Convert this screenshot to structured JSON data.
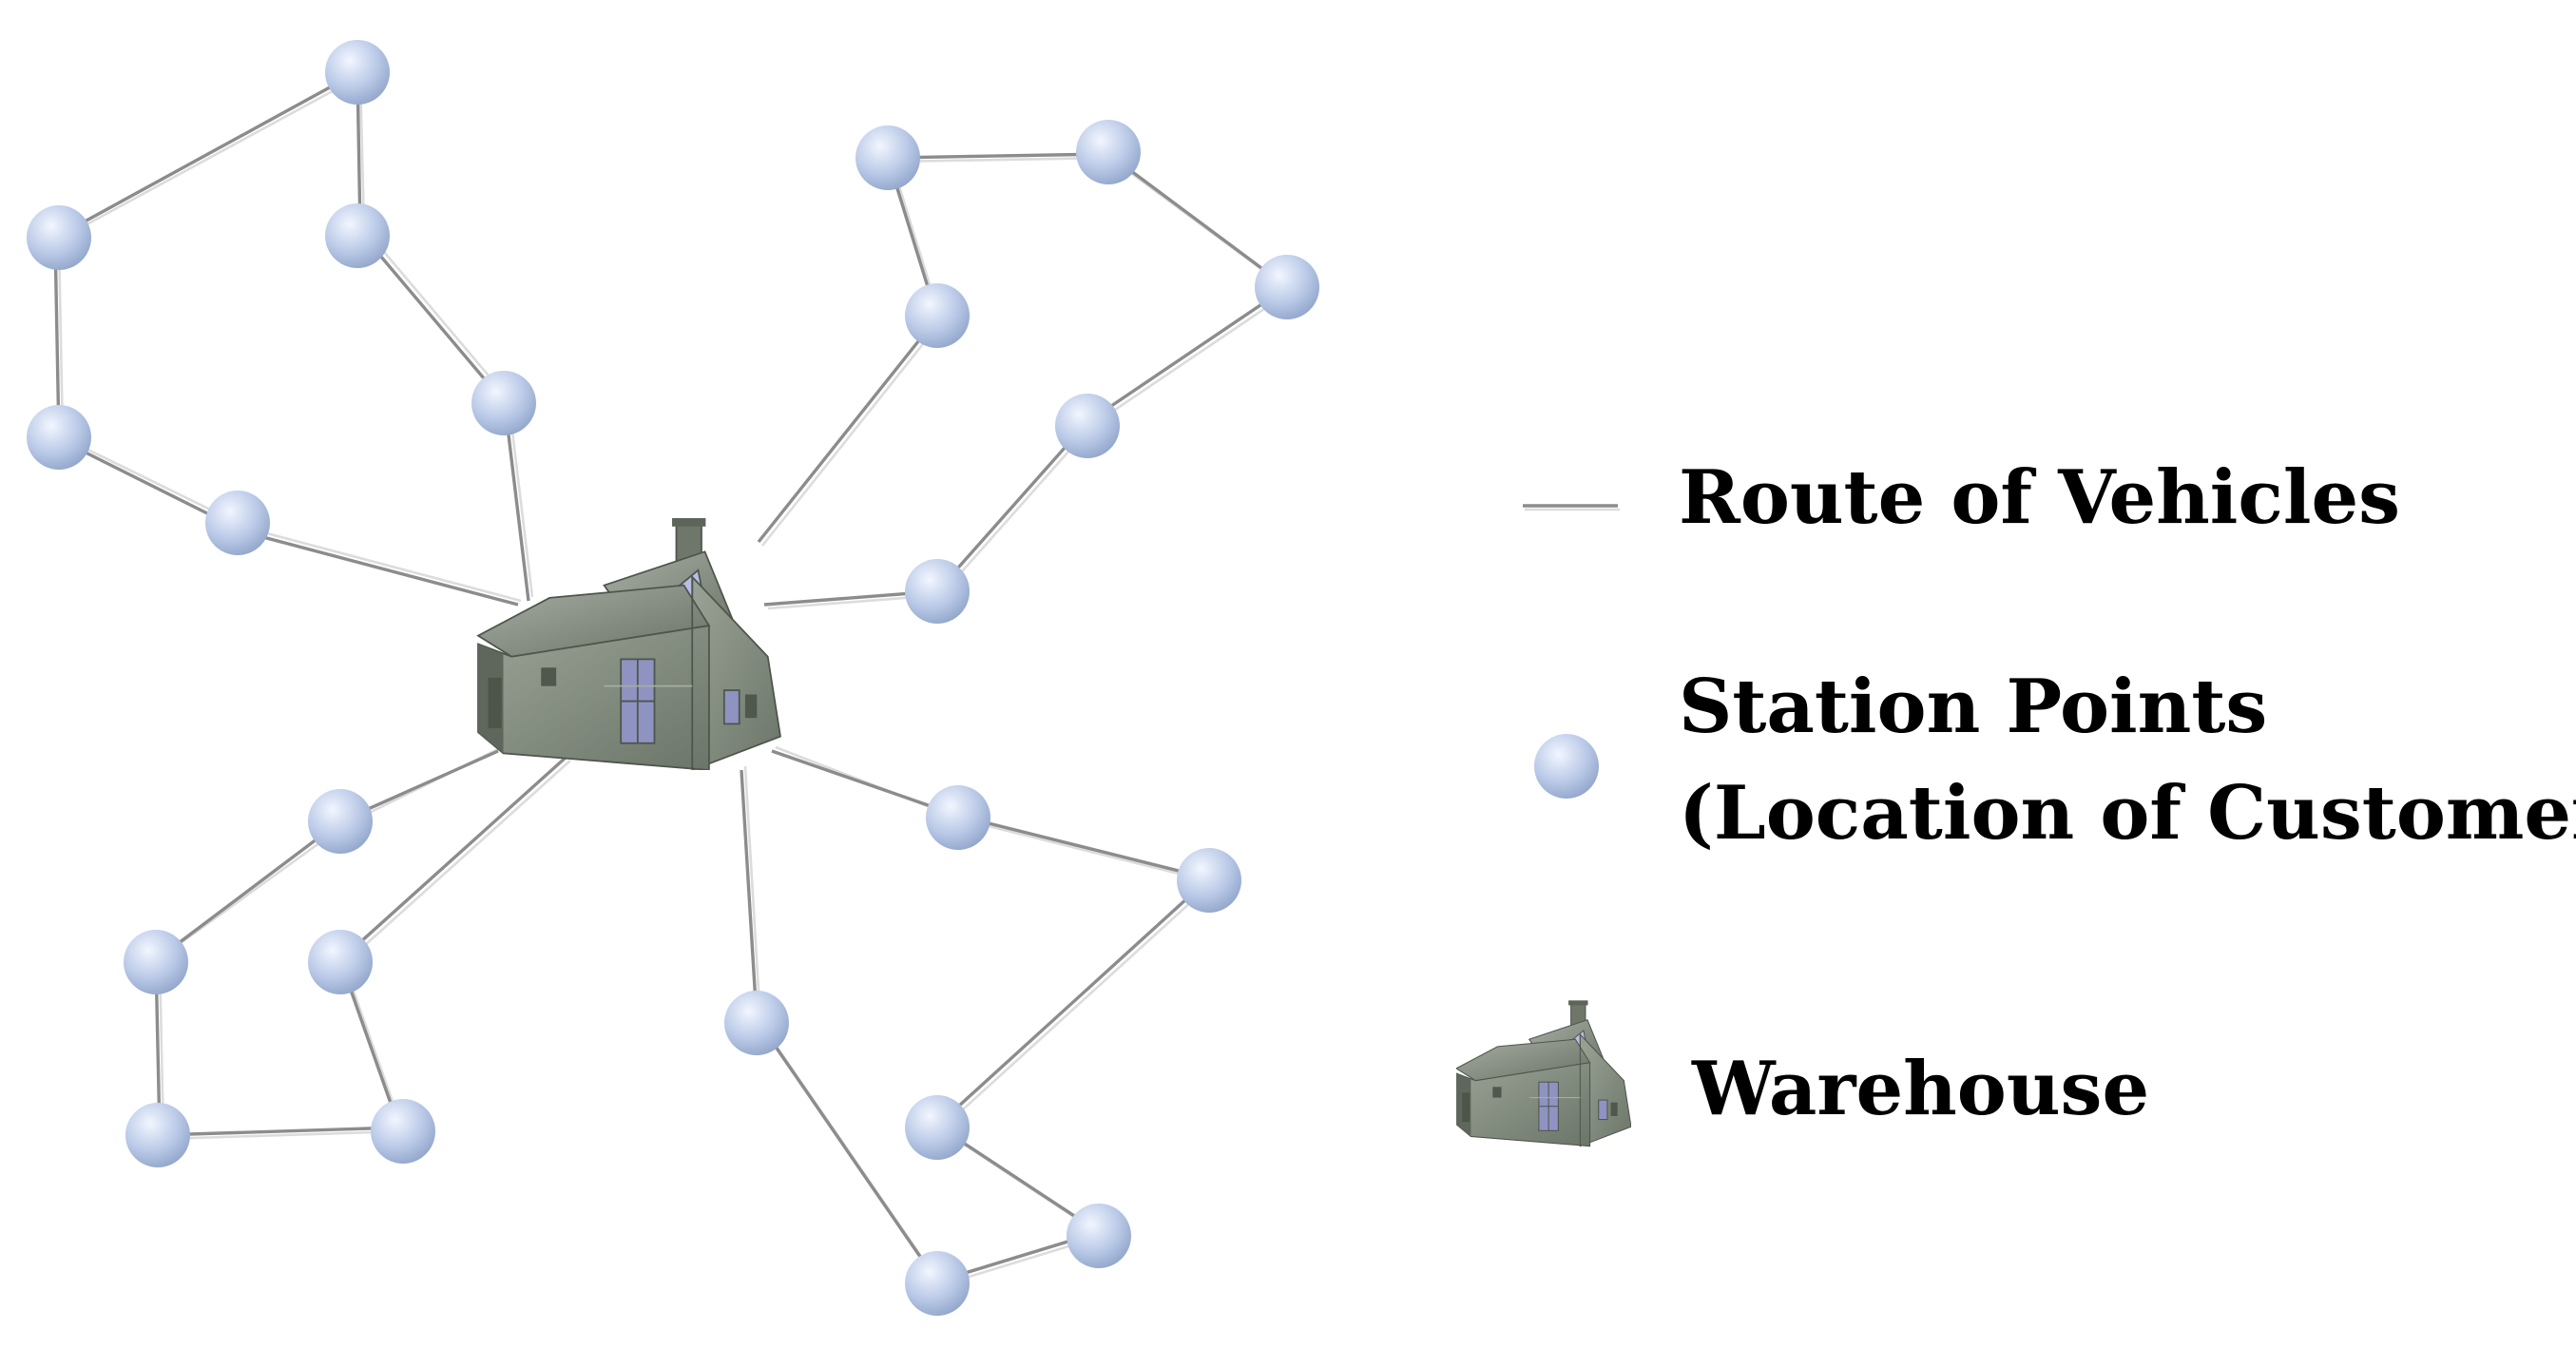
{
  "legend": {
    "route_label": "Route of Vehicles",
    "station_label_line1": "Station Points",
    "station_label_line2": "(Location of Customers)",
    "warehouse_label": "Warehouse"
  },
  "colors": {
    "station_fill_light": "#eef4ff",
    "station_fill_mid": "#bccbe8",
    "station_fill_dark": "#8ea3c9",
    "route_line": "#8c8c8c",
    "building_wall": "#7f8a7c",
    "building_roof": "#6d7569",
    "building_window": "#8f93c2"
  }
}
